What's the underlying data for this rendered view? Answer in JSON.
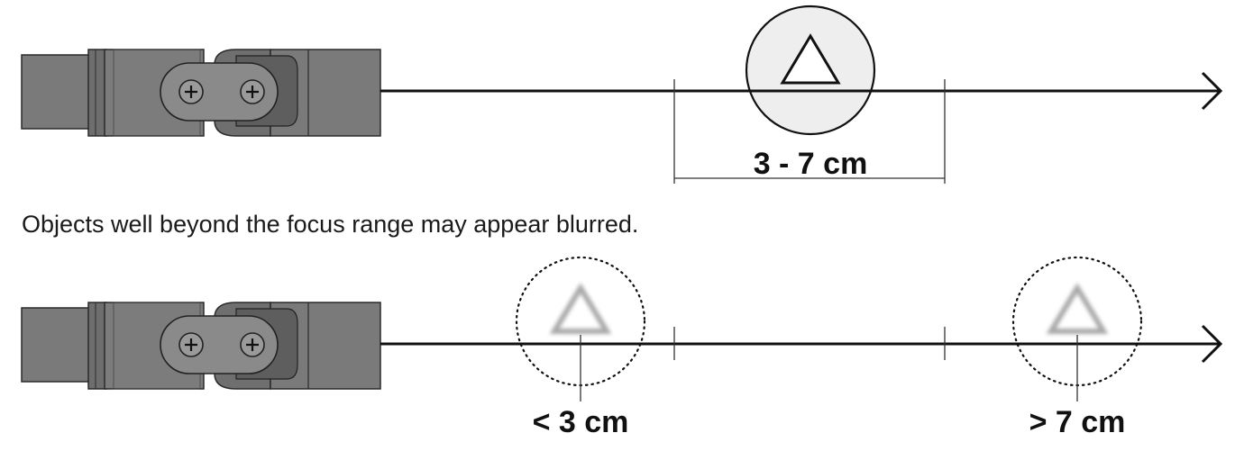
{
  "focus_range_label": "3 - 7 cm",
  "caption": "Objects well beyond the focus range may appear blurred.",
  "near_label": "< 3 cm",
  "far_label": "> 7 cm",
  "colors": {
    "probe_body": "#7a7a7a",
    "probe_dark": "#5f5f5f",
    "line": "#111111",
    "focus_circle_fill": "#eeeeee",
    "blurred_triangle": "#bdbdbd"
  },
  "icons": {
    "probe": "camera-probe-icon",
    "sharp_object": "triangle-icon",
    "blurred_object": "blurred-triangle-icon"
  }
}
